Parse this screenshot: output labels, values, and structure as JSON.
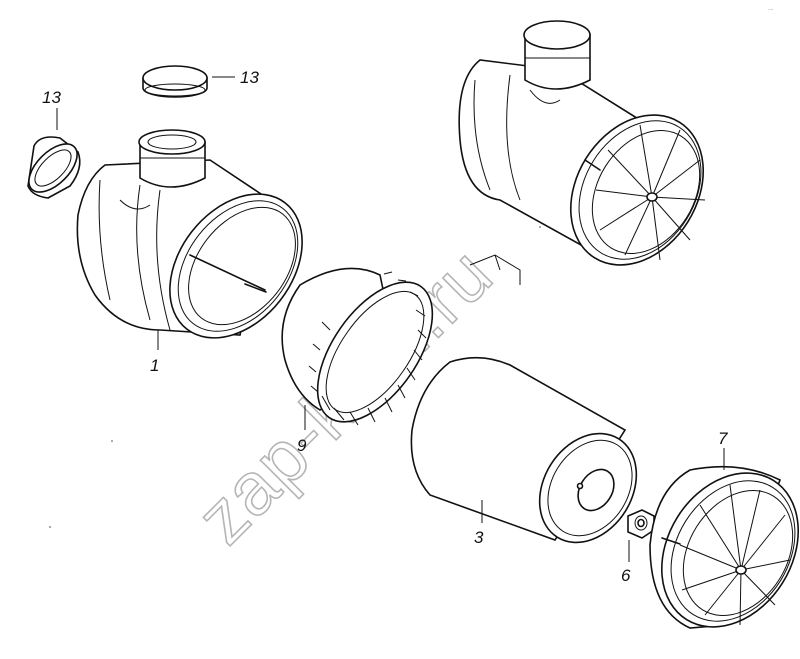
{
  "diagram": {
    "watermark": "zap-kam.ru",
    "part_labels": {
      "p1": "1",
      "p3": "3",
      "p6": "6",
      "p7": "7",
      "p9": "9",
      "p13a": "13",
      "p13b": "13"
    }
  }
}
